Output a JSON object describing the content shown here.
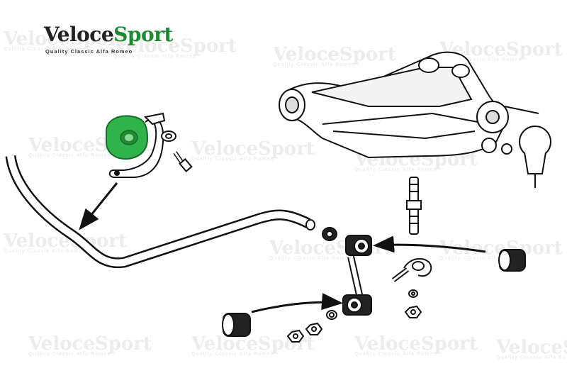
{
  "logo": {
    "brand_first": "Veloce",
    "brand_second": "Sport",
    "tagline": "Quality Classic Alfa Romeo"
  },
  "colors": {
    "highlight": "#2fb34a",
    "line": "#111111",
    "brand_green": "#1f8a2f"
  },
  "watermark": {
    "brand": "VeloceSport",
    "tagline": "Quality Classic Alfa Romeo"
  },
  "diagram": {
    "parts": [
      "anti-roll-bar",
      "bar-mount-bushing",
      "mount-clamp-bracket",
      "washer",
      "bolt",
      "drop-link",
      "link-bushing",
      "ball-joint",
      "stud",
      "nut",
      "lower-wishbone"
    ]
  }
}
